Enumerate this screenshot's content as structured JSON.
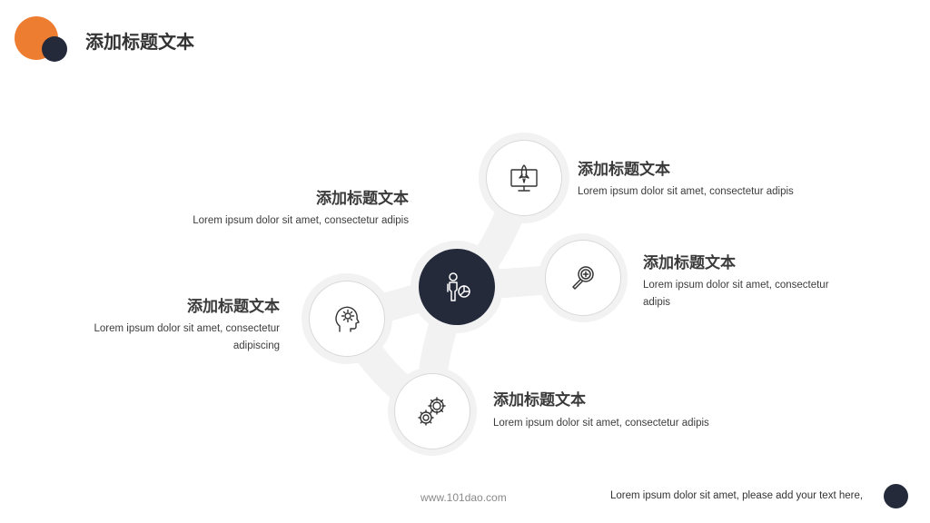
{
  "header": {
    "title": "添加标题文本"
  },
  "items": [
    {
      "title": "添加标题文本",
      "desc": "Lorem ipsum dolor sit amet, consectetur adipis",
      "icon": "rocket-monitor-icon"
    },
    {
      "title": "添加标题文本",
      "desc": "Lorem ipsum dolor sit amet, consectetur adipis",
      "icon": "none"
    },
    {
      "title": "添加标题文本",
      "desc": "Lorem ipsum dolor sit amet, consectetur adipis",
      "icon": "magnifier-icon"
    },
    {
      "title": "添加标题文本",
      "desc": "Lorem ipsum dolor sit amet, consectetur adipiscing",
      "icon": "head-gear-icon"
    },
    {
      "title": "添加标题文本",
      "desc": "Lorem ipsum dolor sit amet, consectetur adipis",
      "icon": "gears-icon"
    }
  ],
  "center_icon": "person-pie-chart-icon",
  "footer": {
    "url": "www.101dao.com",
    "text": "Lorem ipsum dolor sit amet, please add your text here,"
  },
  "colors": {
    "accent": "#ed7d31",
    "dark": "#252a3b",
    "ring": "#f2f2f2"
  }
}
